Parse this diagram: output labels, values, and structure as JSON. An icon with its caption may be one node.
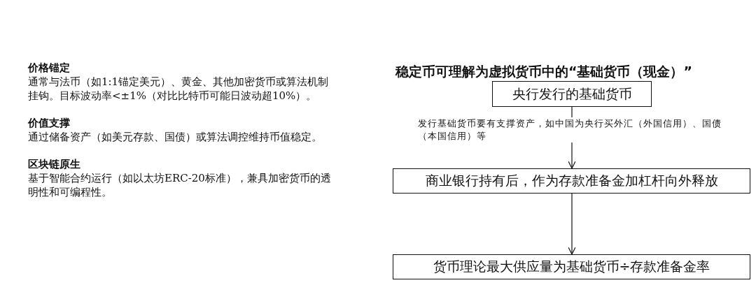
{
  "diagram": {
    "title": "稳定币可理解为虚拟货币中的“基础货币（现金）”",
    "nodes": [
      {
        "text": [
          "央行发行的基础货币"
        ]
      },
      {
        "text": [
          "商业银行持有后，作为存款准备金加杠杆向外释放"
        ]
      },
      {
        "text": [
          "货币理论最大供应量为基础货币÷存款准备金率"
        ]
      }
    ],
    "edges": [
      {
        "from": 0,
        "to": 1,
        "arrow": "to",
        "label": "发行基础货币要有支撑资产，如中国为央行买外汇（外国信用）、国债（本国信用）等"
      },
      {
        "from": 1,
        "to": 2,
        "arrow": "to"
      }
    ],
    "labels": [
      "价格锚定",
      "通常与法币（如1:1锚定美元）、黄金、其他加密货币或算法机制挂钩。目标波动率<±1%（对比比特币可能日波动超10%）。",
      "价值支撑",
      "通过储备资产（如美元存款、国债）或算法调控维持币值稳定。",
      "区块链原生",
      "基于智能合约运行（如以太坊ERC-20标准），兼具加密货币的透明性和可编程性。"
    ]
  }
}
